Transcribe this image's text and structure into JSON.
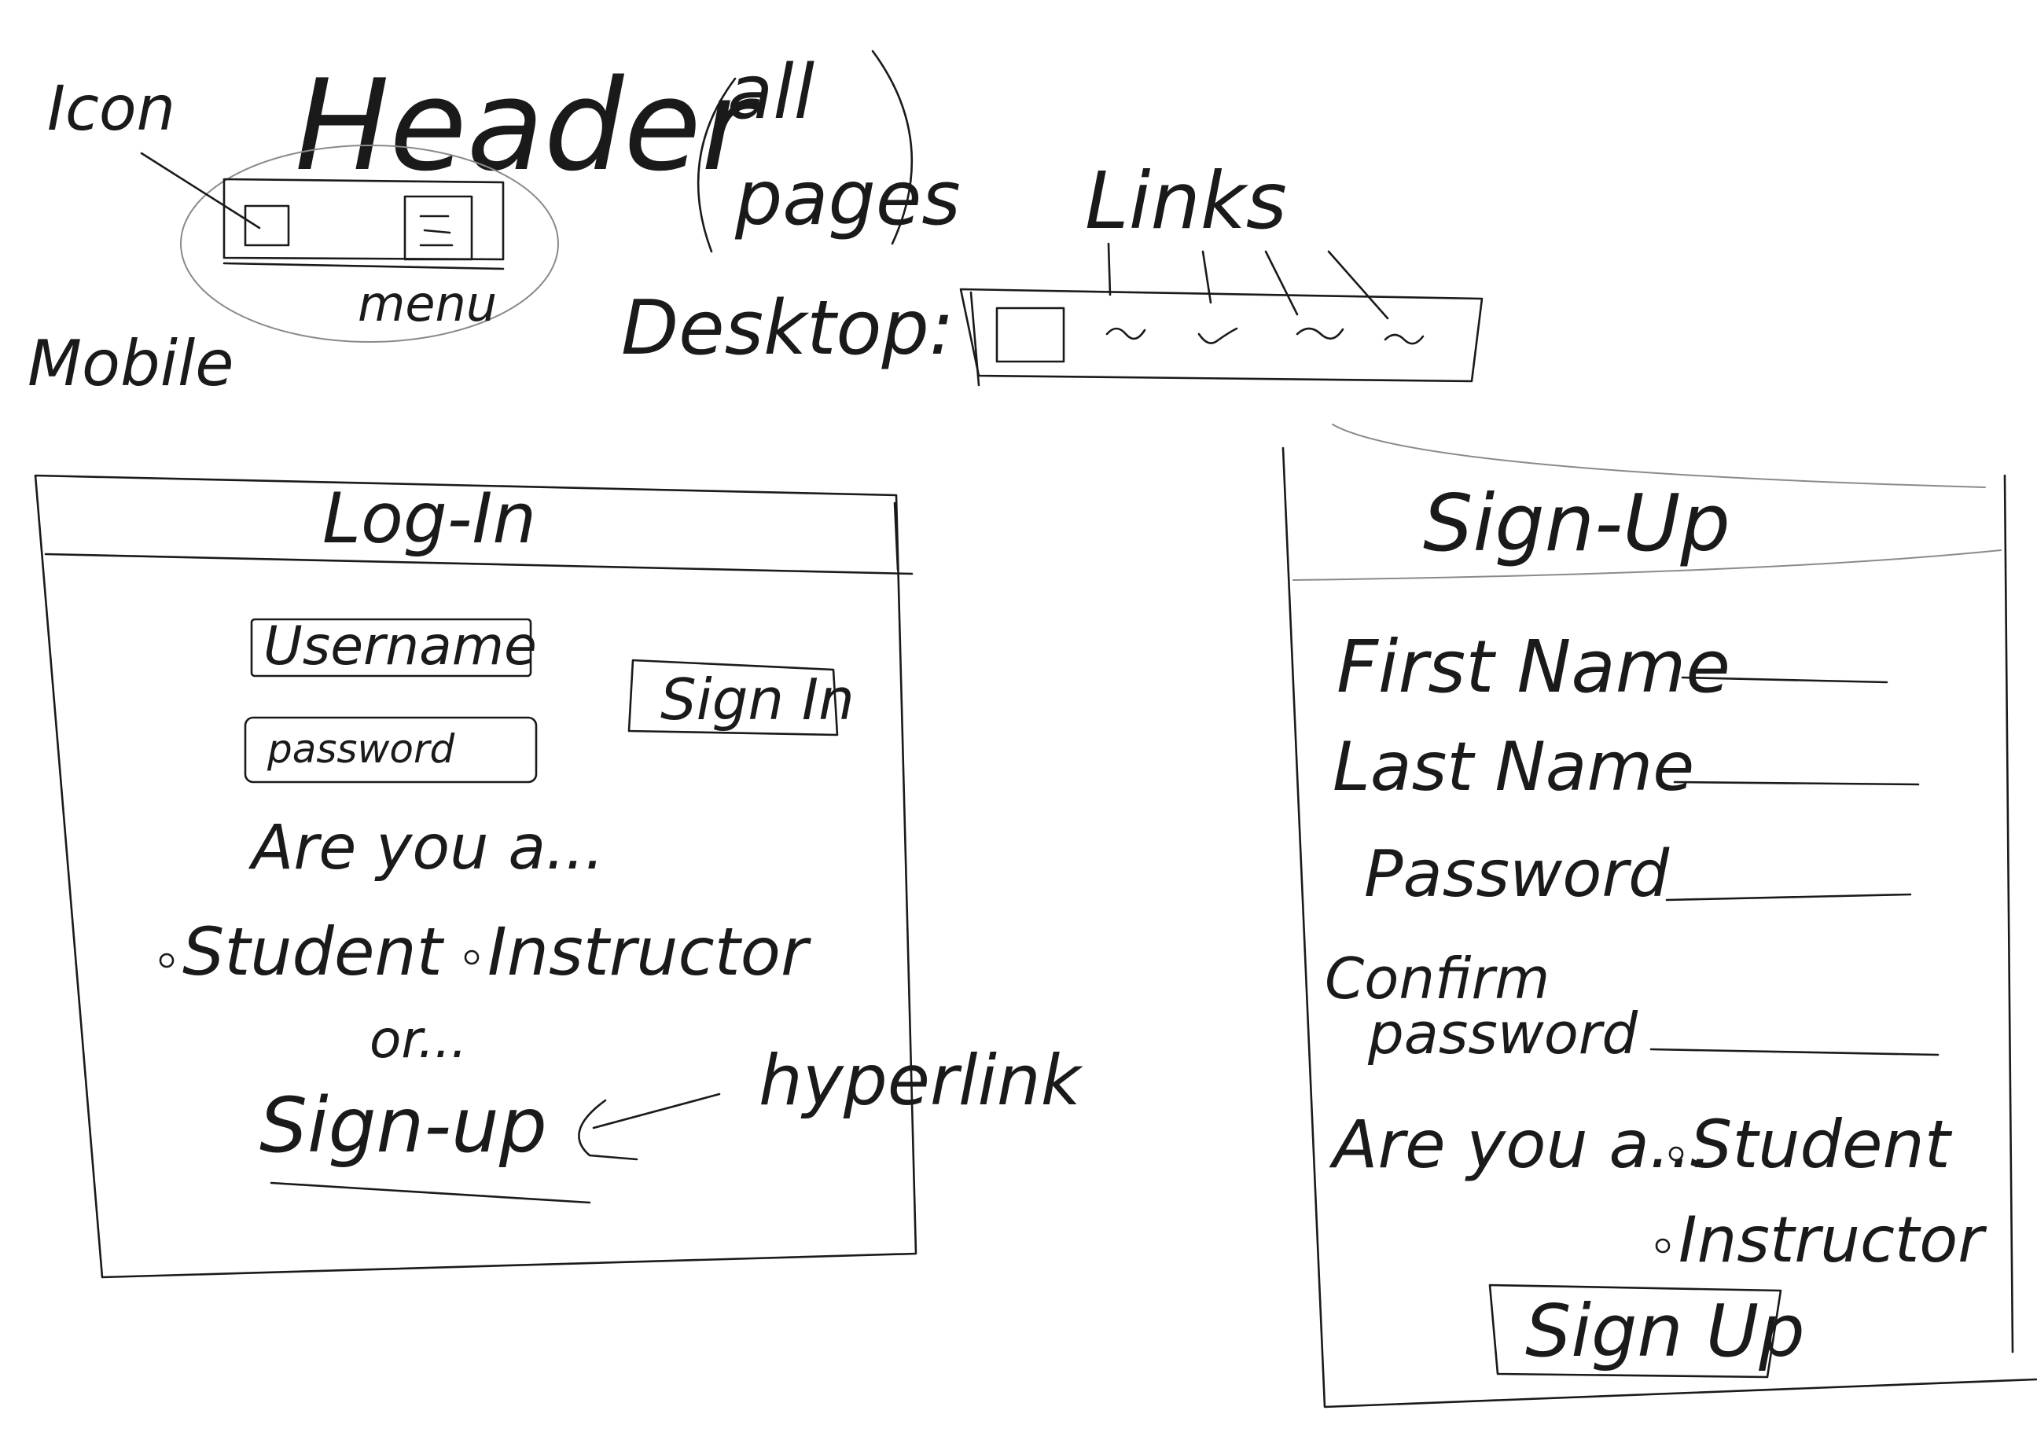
{
  "header_section": {
    "title": "Header",
    "scope_note_line1": "all",
    "scope_note_line2": "pages",
    "icon_label": "Icon",
    "mobile_label": "Mobile",
    "menu_label": "menu",
    "desktop_label": "Desktop:",
    "links_label": "Links"
  },
  "login_panel": {
    "title": "Log-In",
    "username_field": "Username",
    "password_field": "password",
    "signin_button": "Sign In",
    "role_prompt": "Are you a...",
    "role_options": [
      "Student",
      "Instructor"
    ],
    "or_text": "or...",
    "signup_link": "Sign-up",
    "hyperlink_note": "hyperlink"
  },
  "signup_panel": {
    "title": "Sign-Up",
    "fields": [
      "First Name",
      "Last Name",
      "Password",
      "Confirm",
      "password"
    ],
    "role_prompt": "Are you a...",
    "role_options": [
      "Student",
      "Instructor"
    ],
    "signup_button": "Sign Up"
  },
  "colors": {
    "ink": "#1a1a1a",
    "faint_ink": "#8a8a8a",
    "paper": "#ffffff"
  }
}
